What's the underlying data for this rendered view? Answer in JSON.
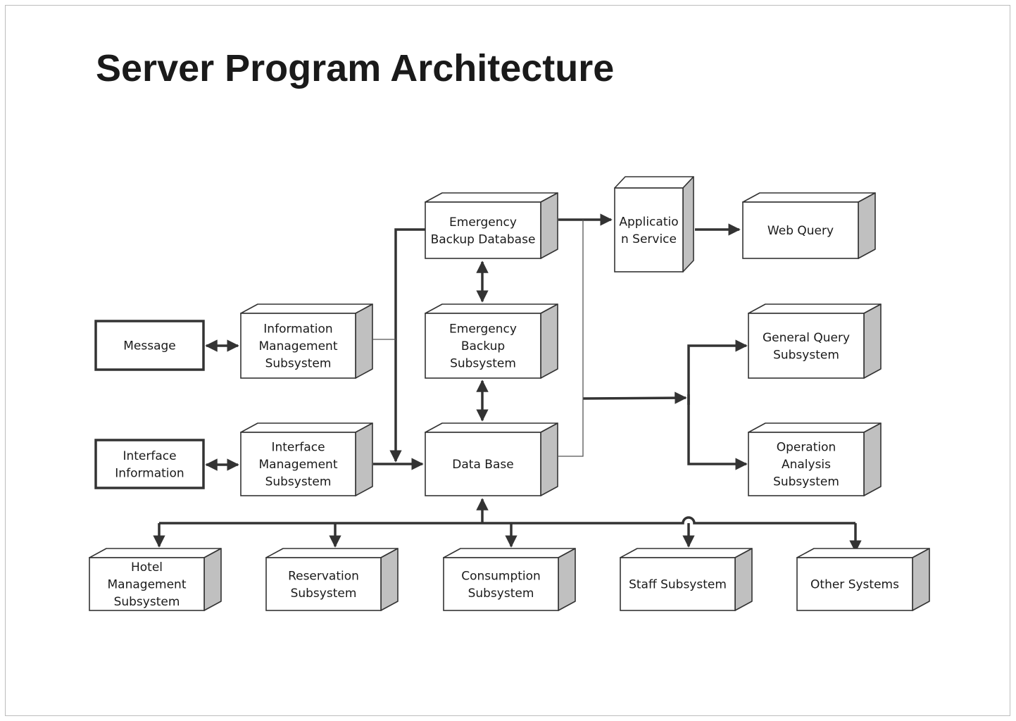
{
  "title": "Server Program Architecture",
  "boxes": {
    "message": [
      "Message"
    ],
    "interface_information": [
      "Interface",
      "Information"
    ],
    "information_management": [
      "Information",
      "Management",
      "Subsystem"
    ],
    "interface_management": [
      "Interface",
      "Management",
      "Subsystem"
    ],
    "emergency_backup_database": [
      "Emergency",
      "Backup Database"
    ],
    "emergency_backup_subsystem": [
      "Emergency",
      "Backup",
      "Subsystem"
    ],
    "data_base": [
      "Data Base"
    ],
    "application_service": [
      "Applicatio",
      "n Service"
    ],
    "web_query": [
      "Web Query"
    ],
    "general_query": [
      "General Query",
      "Subsystem"
    ],
    "operation_analysis": [
      "Operation",
      "Analysis",
      "Subsystem"
    ],
    "hotel_management": [
      "Hotel",
      "Management",
      "Subsystem"
    ],
    "reservation": [
      "Reservation",
      "Subsystem"
    ],
    "consumption": [
      "Consumption",
      "Subsystem"
    ],
    "staff": [
      "Staff Subsystem"
    ],
    "other_systems": [
      "Other Systems"
    ]
  },
  "colors": {
    "box_fill": "#ffffff",
    "box_side": "#c0c0c0",
    "line": "#333333",
    "frame": "#bdbdbd"
  }
}
